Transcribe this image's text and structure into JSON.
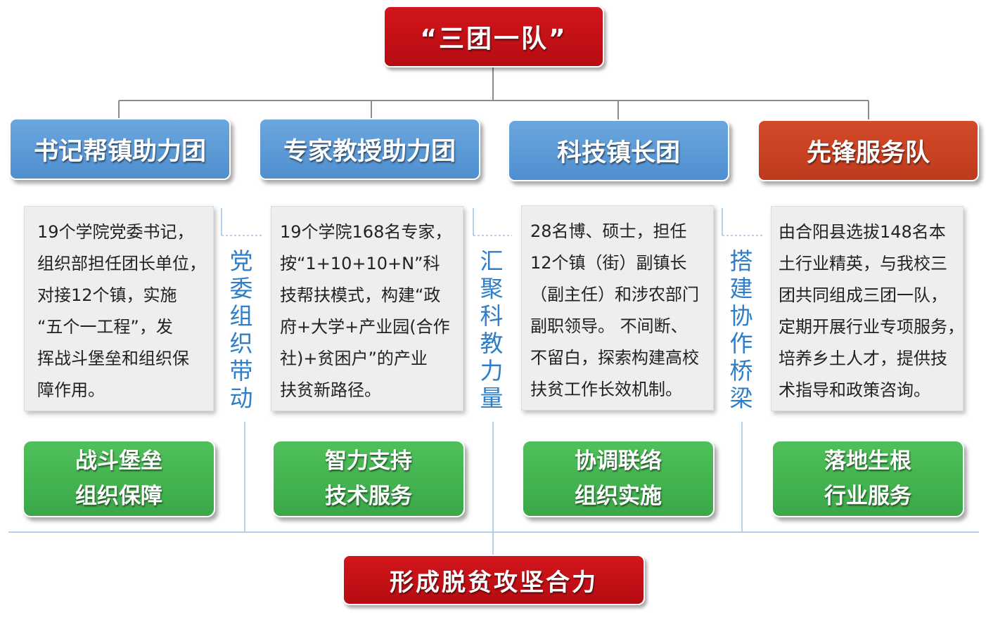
{
  "top_title": "“三团一队”",
  "teams": [
    {
      "name": "书记帮镇助力团",
      "description_lines": [
        "19个学院党委书记，",
        "组织部担任团长单位，",
        "对接12个镇，实施",
        "“五个一工程”，发",
        "挥战斗堡垒和组织保",
        "障作用。"
      ],
      "outcome_lines": [
        "战斗堡垒",
        "组织保障"
      ]
    },
    {
      "name": "专家教授助力团",
      "description_lines": [
        "19个学院168名专家，",
        "按“1+10+10+N”科",
        "技帮扶模式，构建“政",
        "府+大学+产业园(合作",
        "社)+贫困户”的产业",
        "扶贫新路径。"
      ],
      "outcome_lines": [
        "智力支持",
        "技术服务"
      ]
    },
    {
      "name": "科技镇长团",
      "description_lines": [
        "28名博、硕士，担任",
        "12个镇（街）副镇长",
        "（副主任）和涉农部门",
        "副职领导。 不间断、",
        "不留白，探索构建高校",
        "扶贫工作长效机制。"
      ],
      "outcome_lines": [
        "协调联络",
        "组织实施"
      ]
    },
    {
      "name": "先锋服务队",
      "description_lines": [
        "由合阳县选拔148名本",
        "土行业精英，与我校三",
        "团共同组成三团一队，",
        "定期开展行业专项服务，",
        "培养乡土人才，提供技",
        "术指导和政策咨询。"
      ],
      "outcome_lines": [
        "落地生根",
        "行业服务"
      ]
    }
  ],
  "links": [
    {
      "chars": [
        "党",
        "委",
        "组",
        "织",
        "带",
        "动"
      ]
    },
    {
      "chars": [
        "汇",
        "聚",
        "科",
        "教",
        "力",
        "量"
      ]
    },
    {
      "chars": [
        "搭",
        "建",
        "协",
        "作",
        "桥",
        "梁"
      ]
    }
  ],
  "bottom_title": "形成脱贫攻坚合力",
  "colors": {
    "title_red": "#c8141a",
    "team_blue": "#5b9bd5",
    "team_orange": "#c9431f",
    "outcome_green": "#44b152",
    "link_text_blue": "#2e7fc8",
    "connector_gray": "#8c8c8c"
  }
}
